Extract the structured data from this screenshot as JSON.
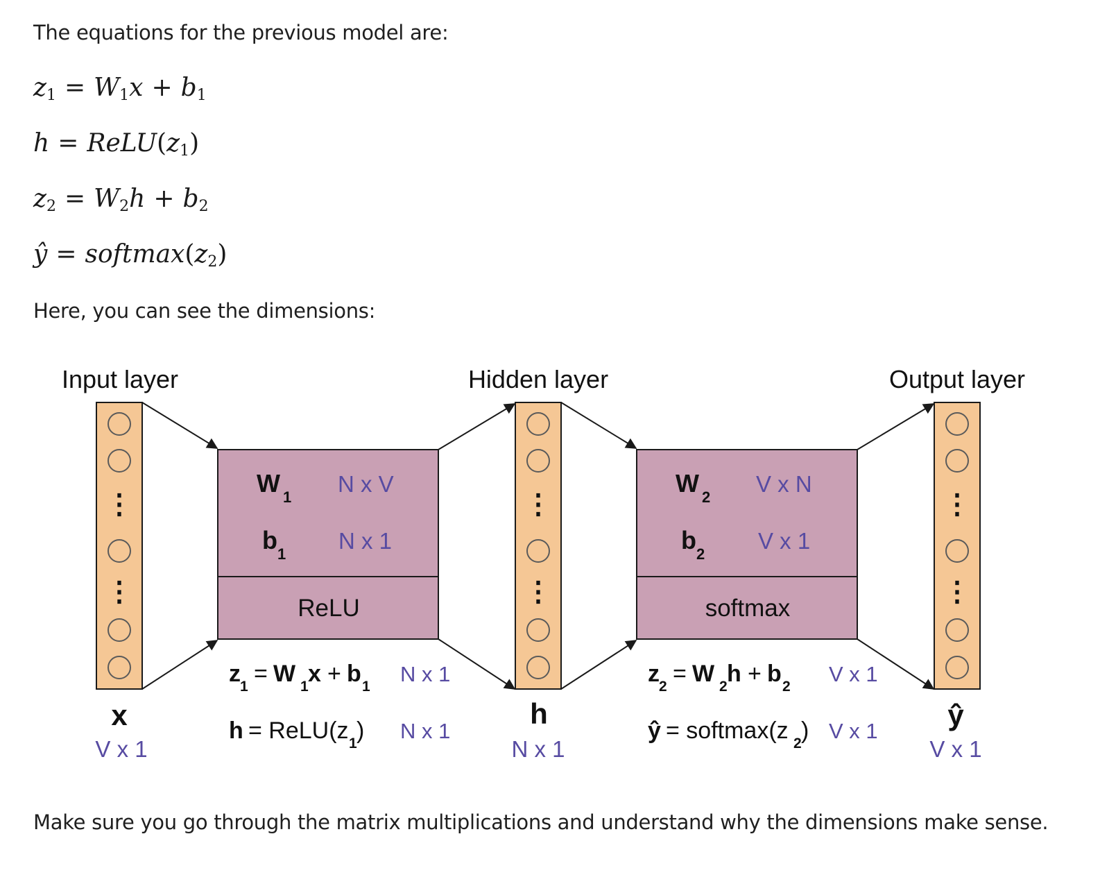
{
  "text": {
    "intro": "The equations for the previous model are:",
    "dims_intro": "Here, you can see the dimensions:",
    "outro": "Make sure you go through the matrix multiplications and understand why the dimensions make sense."
  },
  "equations": [
    {
      "lhs": "z",
      "lhs_sub": "1",
      "rhs": [
        "W",
        "1",
        "x",
        "b",
        "1"
      ]
    },
    {
      "lhs": "h",
      "fn": "ReLU",
      "arg": "z",
      "arg_sub": "1"
    },
    {
      "lhs": "z",
      "lhs_sub": "2",
      "rhs": [
        "W",
        "2",
        "h",
        "b",
        "2"
      ]
    },
    {
      "lhs": "ŷ",
      "fn": "softmax",
      "arg": "z",
      "arg_sub": "2"
    }
  ],
  "eq_symbols": {
    "equals": "=",
    "plus": "+",
    "open": "(",
    "close": ")"
  },
  "diagram": {
    "colors": {
      "layer_fill": "#f5c795",
      "box_fill": "#c9a0b4",
      "dim_text": "#574ba2",
      "stroke": "#1a1a1a"
    },
    "layers": {
      "input": {
        "title": "Input layer",
        "vector": "x",
        "dim": "V x 1"
      },
      "hidden": {
        "title": "Hidden layer",
        "vector": "h",
        "dim": "N x 1"
      },
      "output": {
        "title": "Output layer",
        "vector": "ŷ",
        "dim": "V x 1"
      }
    },
    "dots": "⋮",
    "block1": {
      "w_label": "W",
      "w_sub": "1",
      "w_dim": "N x V",
      "b_label": "b",
      "b_sub": "1",
      "b_dim": "N x 1",
      "activation": "ReLU",
      "f1": {
        "z": "z",
        "z_sub": "1",
        "eq": "=",
        "w": "W",
        "w_sub": "1",
        "x": "x",
        "plus": "+",
        "b": "b",
        "b_sub": "1",
        "dim": "N x 1"
      },
      "f2": {
        "lhs": "h",
        "mid": "= ReLU(z",
        "sub": "1",
        "close": ")",
        "dim": "N x 1"
      }
    },
    "block2": {
      "w_label": "W",
      "w_sub": "2",
      "w_dim": "V x N",
      "b_label": "b",
      "b_sub": "2",
      "b_dim": "V x 1",
      "activation": "softmax",
      "f1": {
        "z": "z",
        "z_sub": "2",
        "eq": "=",
        "w": "W",
        "w_sub": "2",
        "x": "h",
        "plus": "+",
        "b": "b",
        "b_sub": "2",
        "dim": "V x 1"
      },
      "f2": {
        "lhs": "ŷ",
        "mid": "= softmax(z",
        "sub": "2",
        "close": ")",
        "dim": "V x 1"
      }
    }
  }
}
